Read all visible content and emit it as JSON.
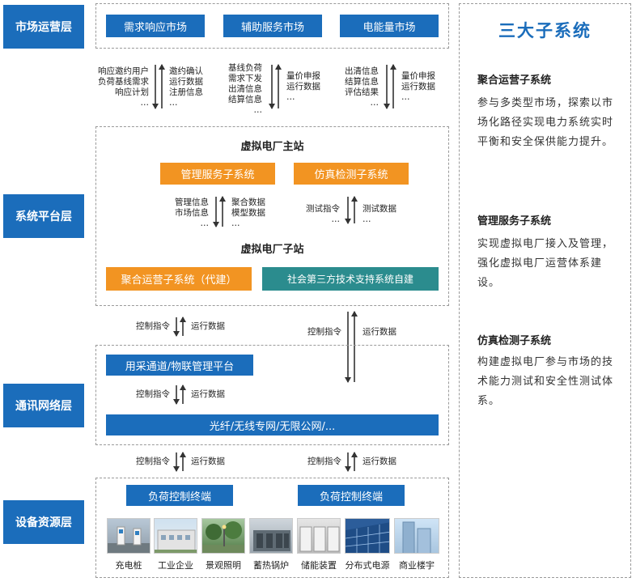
{
  "layers": {
    "market": "市场运营层",
    "platform": "系统平台层",
    "network": "通讯网络层",
    "device": "设备资源层"
  },
  "market_boxes": [
    "需求响应市场",
    "辅助服务市场",
    "电能量市场"
  ],
  "market_flows": {
    "col1_left": [
      "响应邀约用户",
      "负荷基线需求",
      "响应计划",
      "…"
    ],
    "col1_right": [
      "邀约确认",
      "运行数据",
      "注册信息",
      "…"
    ],
    "col2_left": [
      "基线负荷",
      "需求下发",
      "出清信息",
      "结算信息",
      "…"
    ],
    "col2_right": [
      "量价申报",
      "运行数据",
      "…"
    ],
    "col3_left": [
      "出清信息",
      "结算信息",
      "评估结果",
      "…"
    ],
    "col3_right": [
      "量价申报",
      "运行数据",
      "…"
    ]
  },
  "platform": {
    "main_title": "虚拟电厂主站",
    "mgmt_box": "管理服务子系统",
    "sim_box": "仿真检测子系统",
    "mgmt_left": [
      "管理信息",
      "市场信息",
      "…"
    ],
    "mgmt_right": [
      "聚合数据",
      "模型数据",
      "…"
    ],
    "sim_left": [
      "测试指令",
      "…"
    ],
    "sim_right": [
      "测试数据",
      "…"
    ],
    "sub_title": "虚拟电厂子站",
    "agg_box": "聚合运营子系统（代建）",
    "third_box": "社会第三方技术支持系统自建"
  },
  "flow_labels": {
    "control": "控制指令",
    "running": "运行数据"
  },
  "network": {
    "platform_box": "用采通道/物联管理平台",
    "channel_box": "光纤/无线专网/无限公网/..."
  },
  "device": {
    "terminal": "负荷控制终端",
    "resources": [
      "充电桩",
      "工业企业",
      "景观照明",
      "蓄热锅炉",
      "储能装置",
      "分布式电源",
      "商业楼宇"
    ]
  },
  "side": {
    "title": "三大子系统",
    "sections": [
      {
        "heading": "聚合运营子系统",
        "body": "参与多类型市场，探索以市场化路径实现电力系统实时平衡和安全保供能力提升。"
      },
      {
        "heading": "管理服务子系统",
        "body": "实现虚拟电厂接入及管理，强化虚拟电厂运营体系建设。"
      },
      {
        "heading": "仿真检测子系统",
        "body": "构建虚拟电厂参与市场的技术能力测试和安全性测试体系。"
      }
    ]
  },
  "colors": {
    "blue": "#1b6dbb",
    "orange": "#f29422",
    "teal": "#2b8c8e"
  }
}
